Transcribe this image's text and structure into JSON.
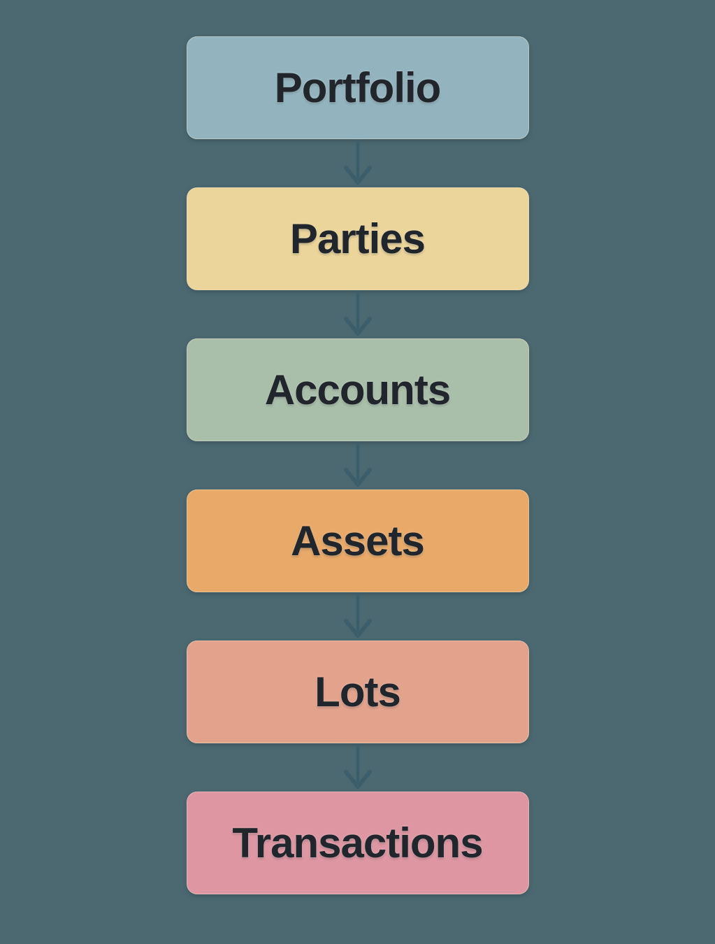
{
  "diagram": {
    "type": "flowchart",
    "direction": "top-to-bottom",
    "nodes": [
      {
        "id": "portfolio",
        "label": "Portfolio",
        "fill": "#93B4BF"
      },
      {
        "id": "parties",
        "label": "Parties",
        "fill": "#ECD59A"
      },
      {
        "id": "accounts",
        "label": "Accounts",
        "fill": "#A9BFAA"
      },
      {
        "id": "assets",
        "label": "Assets",
        "fill": "#E9A969"
      },
      {
        "id": "lots",
        "label": "Lots",
        "fill": "#E3A28C"
      },
      {
        "id": "transactions",
        "label": "Transactions",
        "fill": "#DE96A2"
      }
    ],
    "edges": [
      {
        "from": "portfolio",
        "to": "parties"
      },
      {
        "from": "parties",
        "to": "accounts"
      },
      {
        "from": "accounts",
        "to": "assets"
      },
      {
        "from": "assets",
        "to": "lots"
      },
      {
        "from": "lots",
        "to": "transactions"
      }
    ],
    "colors": {
      "background": "#4C6972",
      "arrow": "#3C5E6A",
      "text": "#20262B"
    }
  }
}
